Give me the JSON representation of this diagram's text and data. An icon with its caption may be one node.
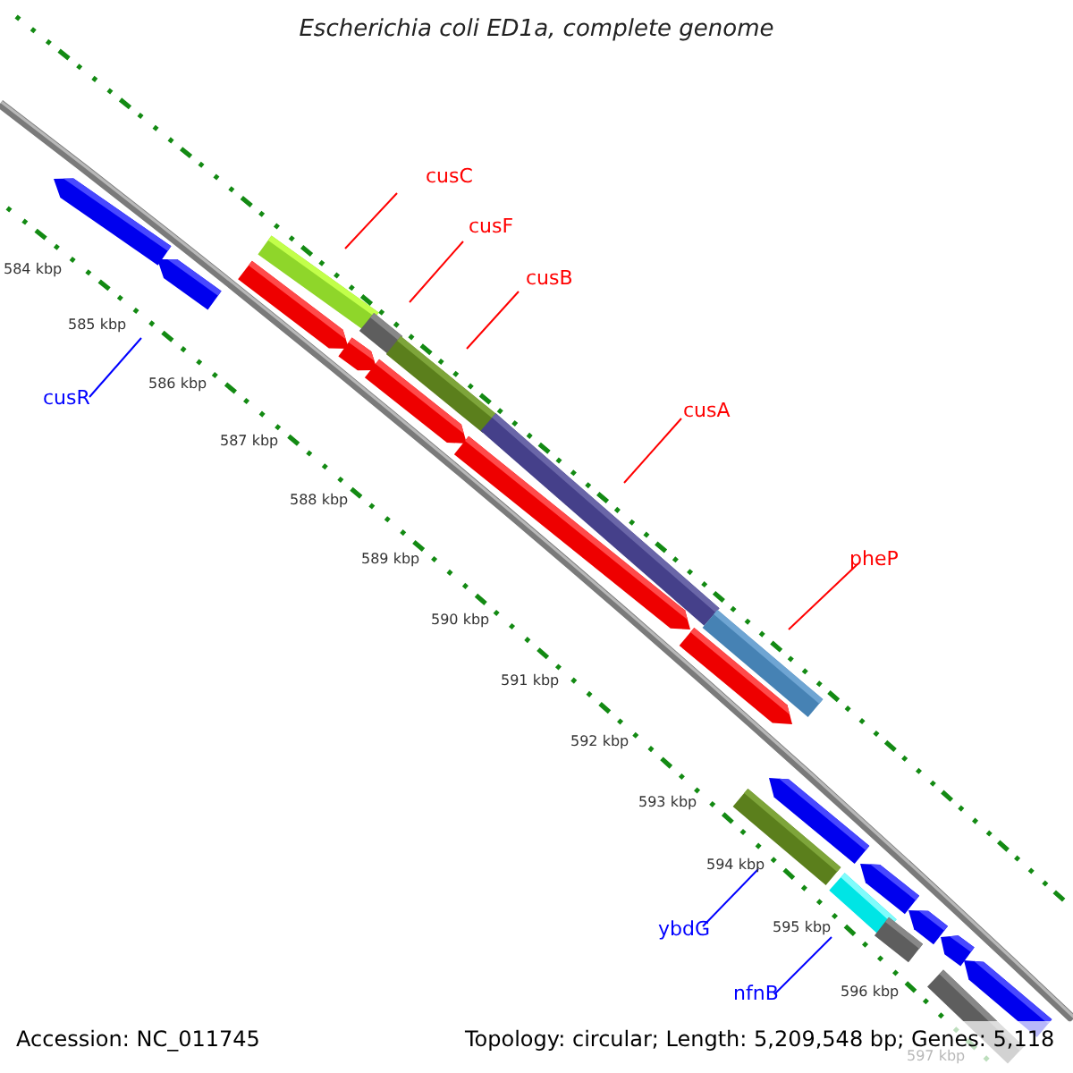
{
  "diagram": {
    "title": "Escherichia coli ED1a, complete genome",
    "nodes": [
      {
        "text": [
          "cusC"
        ]
      },
      {
        "text": [
          "cusF"
        ]
      },
      {
        "text": [
          "cusB"
        ]
      },
      {
        "text": [
          "cusA"
        ]
      },
      {
        "text": [
          "pheP"
        ]
      },
      {
        "text": [
          "cusR"
        ]
      },
      {
        "text": [
          "ybdG"
        ]
      },
      {
        "text": [
          "nfnB"
        ]
      },
      {
        "text": [],
        "shape": "arrow"
      },
      {
        "text": [],
        "shape": "arrow"
      },
      {
        "text": [],
        "shape": "arrow"
      },
      {
        "text": [],
        "shape": "bar"
      },
      {
        "text": [],
        "shape": "arrow"
      },
      {
        "text": [],
        "shape": "bar"
      },
      {
        "text": [],
        "shape": "arrow"
      },
      {
        "text": [],
        "shape": "bar"
      },
      {
        "text": [],
        "shape": "arrow"
      },
      {
        "text": [],
        "shape": "bar"
      },
      {
        "text": [],
        "shape": "arrow"
      },
      {
        "text": [],
        "shape": "bar"
      },
      {
        "text": [],
        "shape": "bar"
      },
      {
        "text": [],
        "shape": "arrow"
      },
      {
        "text": [],
        "shape": "bar"
      },
      {
        "text": [],
        "shape": "arrow"
      },
      {
        "text": [],
        "shape": "bar"
      },
      {
        "text": [],
        "shape": "arrow"
      },
      {
        "text": [],
        "shape": "bar"
      },
      {
        "text": [],
        "shape": "arrow"
      },
      {
        "text": [],
        "shape": "arrow"
      }
    ],
    "edges": [
      {
        "from": 0,
        "to": 11,
        "arrow": "none"
      },
      {
        "from": 1,
        "to": 13,
        "arrow": "none"
      },
      {
        "from": 2,
        "to": 15,
        "arrow": "none"
      },
      {
        "from": 3,
        "to": 17,
        "arrow": "none"
      },
      {
        "from": 4,
        "to": 19,
        "arrow": "none"
      },
      {
        "from": 5,
        "to": null,
        "arrow": "none",
        "color": "#0000ff"
      },
      {
        "from": 6,
        "to": 20,
        "arrow": "none",
        "color": "#0000ff"
      },
      {
        "from": 7,
        "to": 22,
        "arrow": "none",
        "color": "#0000ff"
      }
    ],
    "labels": [
      "584 kbp",
      "585 kbp",
      "586 kbp",
      "587 kbp",
      "588 kbp",
      "589 kbp",
      "590 kbp",
      "591 kbp",
      "592 kbp",
      "593 kbp",
      "594 kbp",
      "595 kbp",
      "596 kbp",
      "597 kbp",
      "Accession: NC_011745",
      "Topology: circular; Length: 5,209,548 bp; Genes: 5,118"
    ]
  }
}
